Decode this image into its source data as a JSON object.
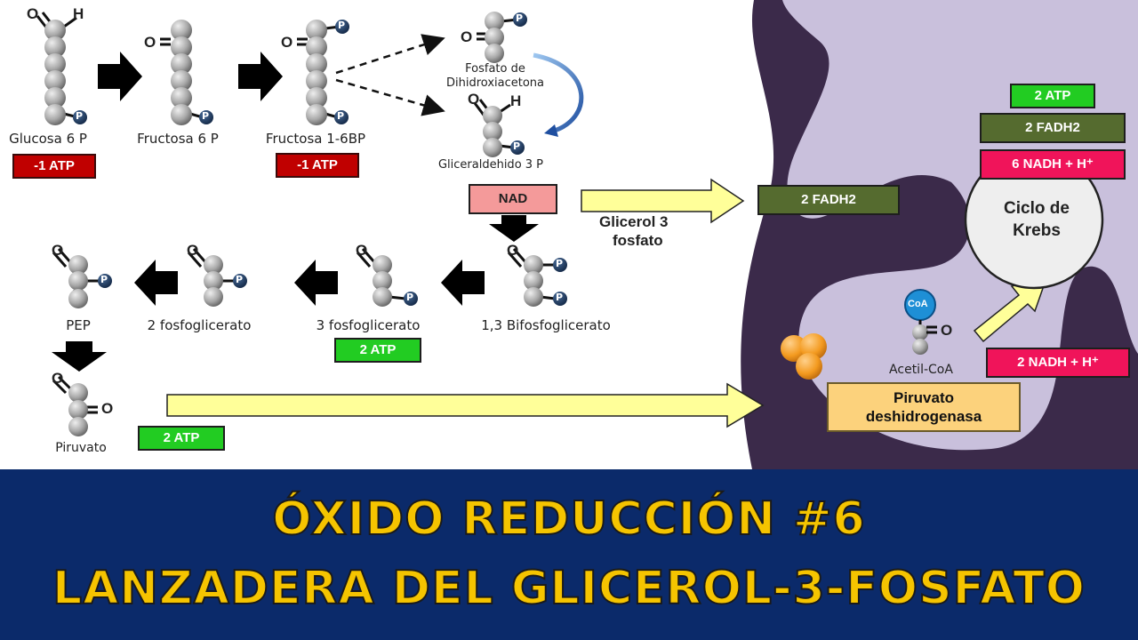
{
  "molecules": {
    "glucosa6p": "Glucosa 6 P",
    "fructosa6p": "Fructosa 6 P",
    "fructosa16bp": "Fructosa 1-6BP",
    "fosfato_dhac_1": "Fosfato de",
    "fosfato_dhac_2": "Dihidroxiacetona",
    "gliceraldehido": "Gliceraldehido 3 P",
    "bifosfoglicerato": "1,3 Bifosfoglicerato",
    "fosfoglicerato3": "3 fosfoglicerato",
    "fosfoglicerato2": "2 fosfoglicerato",
    "pep": "PEP",
    "piruvato": "Piruvato",
    "acetilcoa": "Acetil-CoA"
  },
  "atoms": {
    "h": "H",
    "o": "O",
    "p": "P",
    "coa": "CoA"
  },
  "boxes": {
    "atp_minus_1": "-1 ATP",
    "atp_minus_2": "-1 ATP",
    "nad": "NAD",
    "atp_2_a": "2 ATP",
    "atp_2_b": "2 ATP",
    "fadh2_mid": "2 FADH2",
    "atp_krebs": "2 ATP",
    "fadh2_krebs": "2 FADH2",
    "nadh_krebs": "6 NADH + H⁺",
    "nadh_pdh": "2 NADH + H⁺",
    "piruvato_dh_1": "Piruvato",
    "piruvato_dh_2": "deshidrogenasa"
  },
  "glicerol_1": "Glicerol 3",
  "glicerol_2": "fosfato",
  "krebs_1": "Ciclo de",
  "krebs_2": "Krebs",
  "title_1": "ÓXIDO REDUCCIÓN #6",
  "title_2": "LANZADERA DEL GLICEROL-3-FOSFATO",
  "colors": {
    "mito_dark": "#3b2a4a",
    "mito_light": "#c9c0dc",
    "atp_red": "#c00000",
    "atp_green": "#22cc22",
    "fadh2": "#556b2f",
    "nadh": "#f0145a",
    "nad": "#f49a9a",
    "yellow_arrow": "#ffff99",
    "banner_bg": "#0b2a6a",
    "banner_text": "#f5c400"
  }
}
